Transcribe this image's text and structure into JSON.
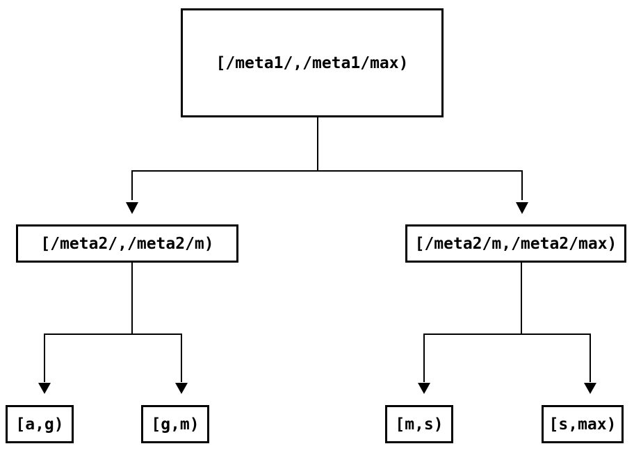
{
  "tree": {
    "root": {
      "label": "[/meta1/,/meta1/max)"
    },
    "level2": [
      {
        "label": "[/meta2/,/meta2/m)"
      },
      {
        "label": "[/meta2/m,/meta2/max)"
      }
    ],
    "leaves": [
      {
        "label": "[a,g)"
      },
      {
        "label": "[g,m)"
      },
      {
        "label": "[m,s)"
      },
      {
        "label": "[s,max)"
      }
    ]
  },
  "colors": {
    "background": "#ffffff",
    "box_border": "#000000",
    "line": "#000000",
    "text": "#000000"
  }
}
